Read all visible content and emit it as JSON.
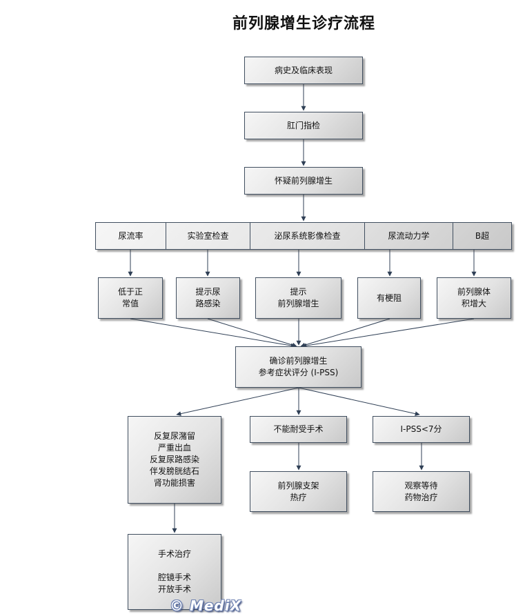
{
  "title": "前列腺增生诊疗流程",
  "nodes": {
    "history": "病史及临床表现",
    "dre": "肛门指检",
    "suspect": "怀疑前列腺增生",
    "exams": [
      "尿流率",
      "实验室检查",
      "泌尿系统影像检查",
      "尿流动力学",
      "B超"
    ],
    "results": [
      "低于正\n常值",
      "提示尿\n路感染",
      "提示\n前列腺增生",
      "有梗阻",
      "前列腺体\n积增大"
    ],
    "confirm": "确诊前列腺增生\n参考症状评分 (I-PSS)",
    "complications": "反复尿潴留\n严重出血\n反复尿路感染\n伴发膀胱结石\n肾功能损害",
    "intolerant": "不能耐受手术",
    "ipss_low": "I-PSS<7分",
    "surgery": "手术治疗\n\n腔镜手术\n开放手术",
    "stent": "前列腺支架\n热疗",
    "observe": "观察等待\n药物治疗"
  },
  "watermark": "© MediX",
  "colors": {
    "border": "#3f4d5e",
    "arrow": "#2f3f55"
  }
}
